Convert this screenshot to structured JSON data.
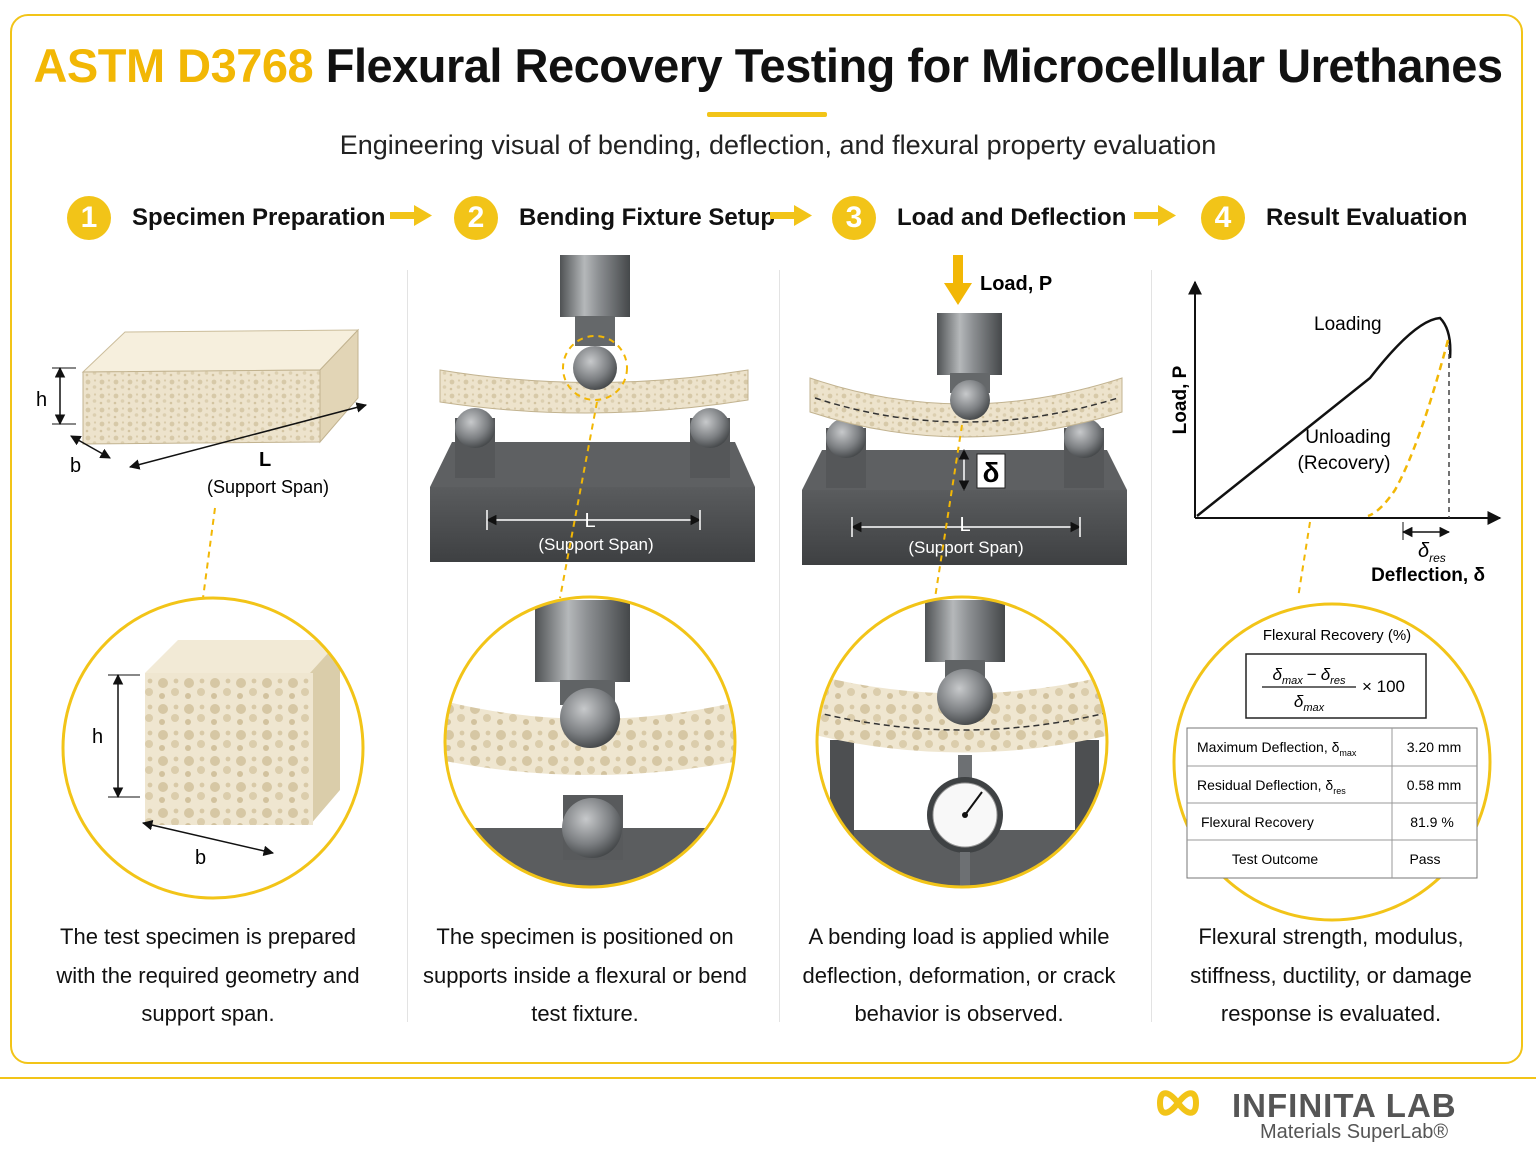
{
  "header": {
    "title_highlight": "ASTM D3768",
    "title_rest": "Flexural Recovery Testing for Microcellular Urethanes",
    "subtitle": "Engineering visual of bending, deflection, and flexural property evaluation"
  },
  "steps": [
    {
      "number": "1",
      "label": "Specimen Preparation"
    },
    {
      "number": "2",
      "label": "Bending Fixture Setup"
    },
    {
      "number": "3",
      "label": "Load and Deflection"
    },
    {
      "number": "4",
      "label": "Result Evaluation"
    }
  ],
  "panel1": {
    "h": "h",
    "b": "b",
    "L": "L",
    "span": "(Support Span)",
    "caption": "The test specimen is prepared with the required geometry and support span."
  },
  "panel2": {
    "L": "L",
    "span": "(Support Span)",
    "caption": "The specimen is positioned on supports inside a flexural or bend test fixture."
  },
  "panel3": {
    "load": "Load, P",
    "delta": "δ",
    "L": "L",
    "span": "(Support Span)",
    "caption": "A bending load is applied while deflection, deformation, or crack behavior is observed."
  },
  "panel4": {
    "chart_data": {
      "type": "line",
      "ylabel": "Load, P",
      "xlabel": "Deflection, δ",
      "series": [
        {
          "name": "Loading"
        },
        {
          "name": "Unloading (Recovery)"
        }
      ],
      "annotation": "δres"
    },
    "unloading_line1": "Unloading",
    "unloading_line2": "(Recovery)",
    "delta_res_base": "δ",
    "delta_res_sub": "res",
    "formula_title": "Flexural Recovery (%)",
    "formula_num_a": "δ",
    "formula_num_a_sub": "max",
    "formula_minus": "−",
    "formula_num_b": "δ",
    "formula_num_b_sub": "res",
    "formula_den": "δ",
    "formula_den_sub": "max",
    "formula_times": "× 100",
    "results": [
      {
        "label": "Maximum Deflection, δ",
        "sub": "max",
        "value": "3.20 mm"
      },
      {
        "label": "Residual Deflection, δ",
        "sub": "res",
        "value": "0.58 mm"
      },
      {
        "label": "Flexural Recovery",
        "sub": "",
        "value": "81.9 %"
      },
      {
        "label": "Test Outcome",
        "sub": "",
        "value": "Pass"
      }
    ],
    "caption": "Flexural strength, modulus, stiffness, ductility, or damage response is evaluated."
  },
  "logo": {
    "brand": "INFINITA LAB",
    "tagline": "Materials SuperLab®"
  },
  "colors": {
    "accent": "#f2c418",
    "foam": "#ede3cc",
    "steel": "#6d7073",
    "base": "#4a4c4e"
  }
}
